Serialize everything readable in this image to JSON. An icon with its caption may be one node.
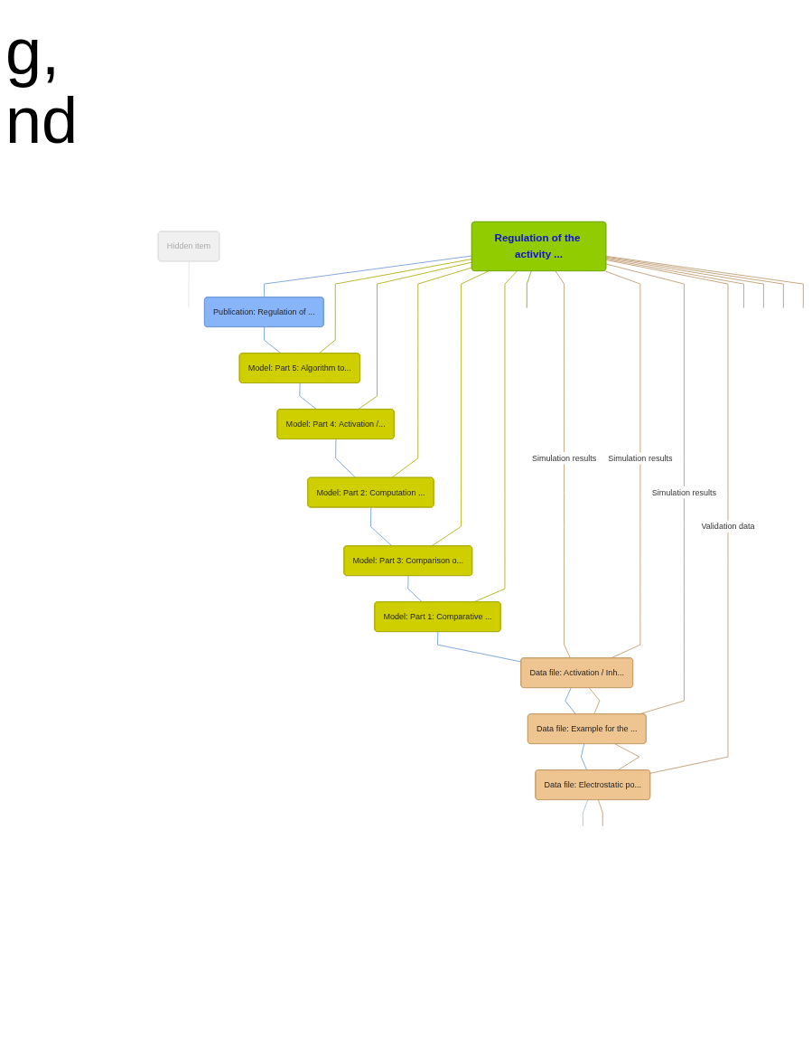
{
  "diagram": {
    "nodes": [
      {
        "text": [
          "Publication: Regulation of ..."
        ]
      },
      {
        "text": [
          "Model: Part 5: Algorithm to..."
        ]
      },
      {
        "text": [
          "Model: Part 4: Activation /..."
        ]
      },
      {
        "text": [
          "Regulation of the activity ..."
        ]
      },
      {
        "text": [
          "Model: Part 2: Computation ..."
        ]
      },
      {
        "text": [
          "Model: Part 3: Comparison o..."
        ]
      },
      {
        "text": [
          "Model: Part 1: Comparative ..."
        ]
      },
      {
        "text": [
          "Data file: Activation / Inh..."
        ]
      },
      {
        "text": [
          "Data file: Example for the ..."
        ]
      },
      {
        "text": [
          "Data file: Electrostatic po..."
        ]
      },
      {
        "text": [
          "Hidden item"
        ]
      }
    ],
    "edges": [
      {
        "from": 3,
        "to": 0,
        "arrow": "none",
        "color": "#7fa7dc"
      },
      {
        "from": 3,
        "to": 1,
        "arrow": "none",
        "color": "#b5b52a"
      },
      {
        "from": 3,
        "to": 2,
        "arrow": "none",
        "color": "#b5b52a"
      },
      {
        "from": 3,
        "to": 4,
        "arrow": "none",
        "color": "#b5b52a"
      },
      {
        "from": 3,
        "to": 5,
        "arrow": "none",
        "color": "#b5b52a"
      },
      {
        "from": 3,
        "to": 6,
        "arrow": "none",
        "color": "#b5b52a"
      },
      {
        "from": 3,
        "to": null,
        "arrow": "none",
        "color": "#8db82a"
      },
      {
        "from": 0,
        "to": 1,
        "arrow": "none",
        "color": "#7fa7dc"
      },
      {
        "from": 1,
        "to": 2,
        "arrow": "none",
        "color": "#7fa7dc"
      },
      {
        "from": 2,
        "to": 4,
        "arrow": "none",
        "color": "#7fa7dc"
      },
      {
        "from": 4,
        "to": 5,
        "arrow": "none",
        "color": "#7fa7dc"
      },
      {
        "from": 5,
        "to": 6,
        "arrow": "none",
        "color": "#7fa7dc"
      },
      {
        "from": 6,
        "to": 7,
        "arrow": "none",
        "color": "#7fa7dc"
      },
      {
        "from": 7,
        "to": 8,
        "arrow": "none",
        "color": "#7fa7dc"
      },
      {
        "from": 8,
        "to": 9,
        "arrow": "none",
        "color": "#7fa7dc"
      },
      {
        "from": 9,
        "to": null,
        "arrow": "none",
        "color": "#aac4e8"
      },
      {
        "from": 3,
        "to": 7,
        "label": "Simulation results",
        "arrow": "none",
        "color": "#c4a57e"
      },
      {
        "from": 3,
        "to": 7,
        "label": "Simulation results",
        "arrow": "none",
        "color": "#c4a57e"
      },
      {
        "from": 3,
        "to": 8,
        "label": "Simulation results",
        "arrow": "none",
        "color": "#c4a57e"
      },
      {
        "from": 3,
        "to": 9,
        "label": "Validation data",
        "arrow": "none",
        "color": "#c4a57e"
      },
      {
        "from": 7,
        "to": 8,
        "arrow": "none",
        "color": "#c4a57e"
      },
      {
        "from": 8,
        "to": 9,
        "arrow": "none",
        "color": "#c4a57e"
      },
      {
        "from": 9,
        "to": null,
        "arrow": "none",
        "color": "#c4a57e"
      },
      {
        "from": 3,
        "to": null,
        "arrow": "none",
        "color": "#c4a57e"
      },
      {
        "from": 3,
        "to": null,
        "arrow": "none",
        "color": "#c4a57e"
      },
      {
        "from": 3,
        "to": null,
        "arrow": "none",
        "color": "#c4a57e"
      },
      {
        "from": 3,
        "to": null,
        "arrow": "none",
        "color": "#c4a57e"
      },
      {
        "from": 10,
        "to": null,
        "arrow": "none",
        "color": "#e6e6e6"
      }
    ],
    "labels": [
      "g,",
      "nd"
    ]
  }
}
